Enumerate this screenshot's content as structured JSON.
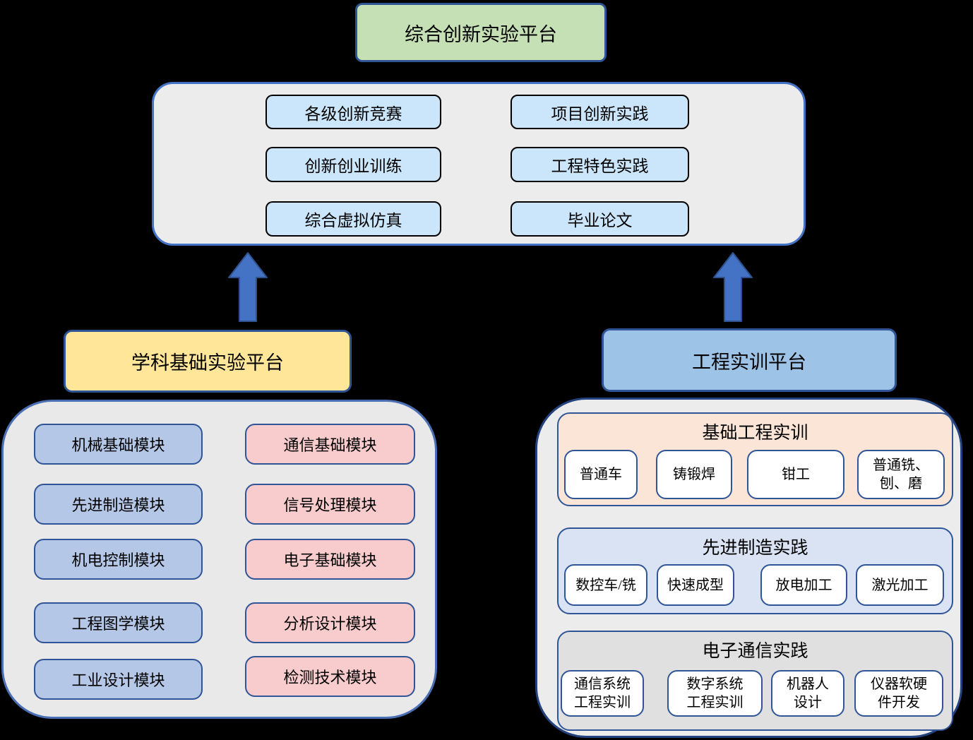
{
  "top_box": {
    "label": "综合创新实验平台"
  },
  "center_panel": {
    "items": [
      "各级创新竞赛",
      "项目创新实践",
      "创新创业训练",
      "工程特色实践",
      "综合虚拟仿真",
      "毕业论文"
    ]
  },
  "left_platform": {
    "label": "学科基础实验平台"
  },
  "right_platform": {
    "label": "工程实训平台"
  },
  "left_panel": {
    "blue_modules": [
      "机械基础模块",
      "先进制造模块",
      "机电控制模块",
      "工程图学模块",
      "工业设计模块"
    ],
    "pink_modules": [
      "通信基础模块",
      "信号处理模块",
      "电子基础模块",
      "分析设计模块",
      "检测技术模块"
    ]
  },
  "right_panel": {
    "sections": [
      {
        "title": "基础工程实训",
        "items": [
          "普通车",
          "铸锻焊",
          "钳工",
          "普通铣、刨、磨"
        ]
      },
      {
        "title": "先进制造实践",
        "items": [
          "数控车/铣",
          "快速成型",
          "放电加工",
          "激光加工"
        ]
      },
      {
        "title": "电子通信实践",
        "items": [
          "通信系统工程实训",
          "数字系统工程实训",
          "机器人设计",
          "仪器软硬件开发"
        ]
      }
    ]
  },
  "colors": {
    "background": "#000000",
    "top_box_fill": "#c5e0b4",
    "center_item_fill": "#cbe6fa",
    "left_platform_fill": "#ffe699",
    "right_platform_fill": "#9dc3e6",
    "module_blue_fill": "#b4c7e7",
    "module_pink_fill": "#f8cbcc",
    "section_basic_fill": "#fbe5d6",
    "section_advanced_fill": "#dae3f3",
    "section_electronic_fill": "#e0e0e0",
    "panel_fill": "#ececec",
    "border_dark_blue": "#2f5597",
    "border_medium_blue": "#4472c4",
    "arrow_fill": "#4472c4"
  }
}
